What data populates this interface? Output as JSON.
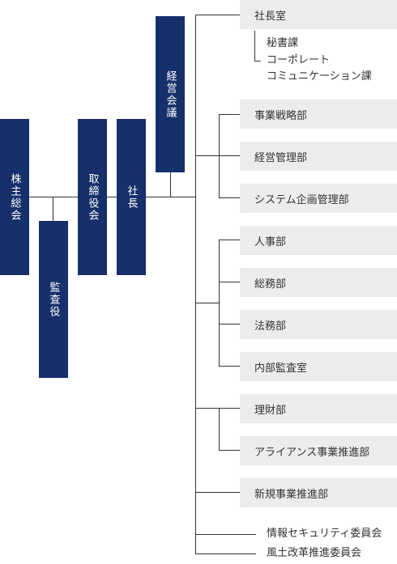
{
  "left_units": {
    "shareholders": "株主総会",
    "auditor": "監査役",
    "board": "取締役会",
    "president": "社長",
    "management_meeting": "経営会議"
  },
  "departments": [
    "社長室",
    "事業戦略部",
    "経営管理部",
    "システム企画管理部",
    "人事部",
    "総務部",
    "法務部",
    "内部監査室",
    "理財部",
    "アライアンス事業推進部",
    "新規事業推進部"
  ],
  "sub_units": {
    "secretary": "秘書課",
    "corporate": "コーポレート",
    "communication": "コミュニケーション課"
  },
  "committees": [
    "情報セキュリティ委員会",
    "風土改革推進委員会"
  ],
  "colors": {
    "navy": "#15306a",
    "box_gray": "#ececec",
    "line": "#333333"
  }
}
